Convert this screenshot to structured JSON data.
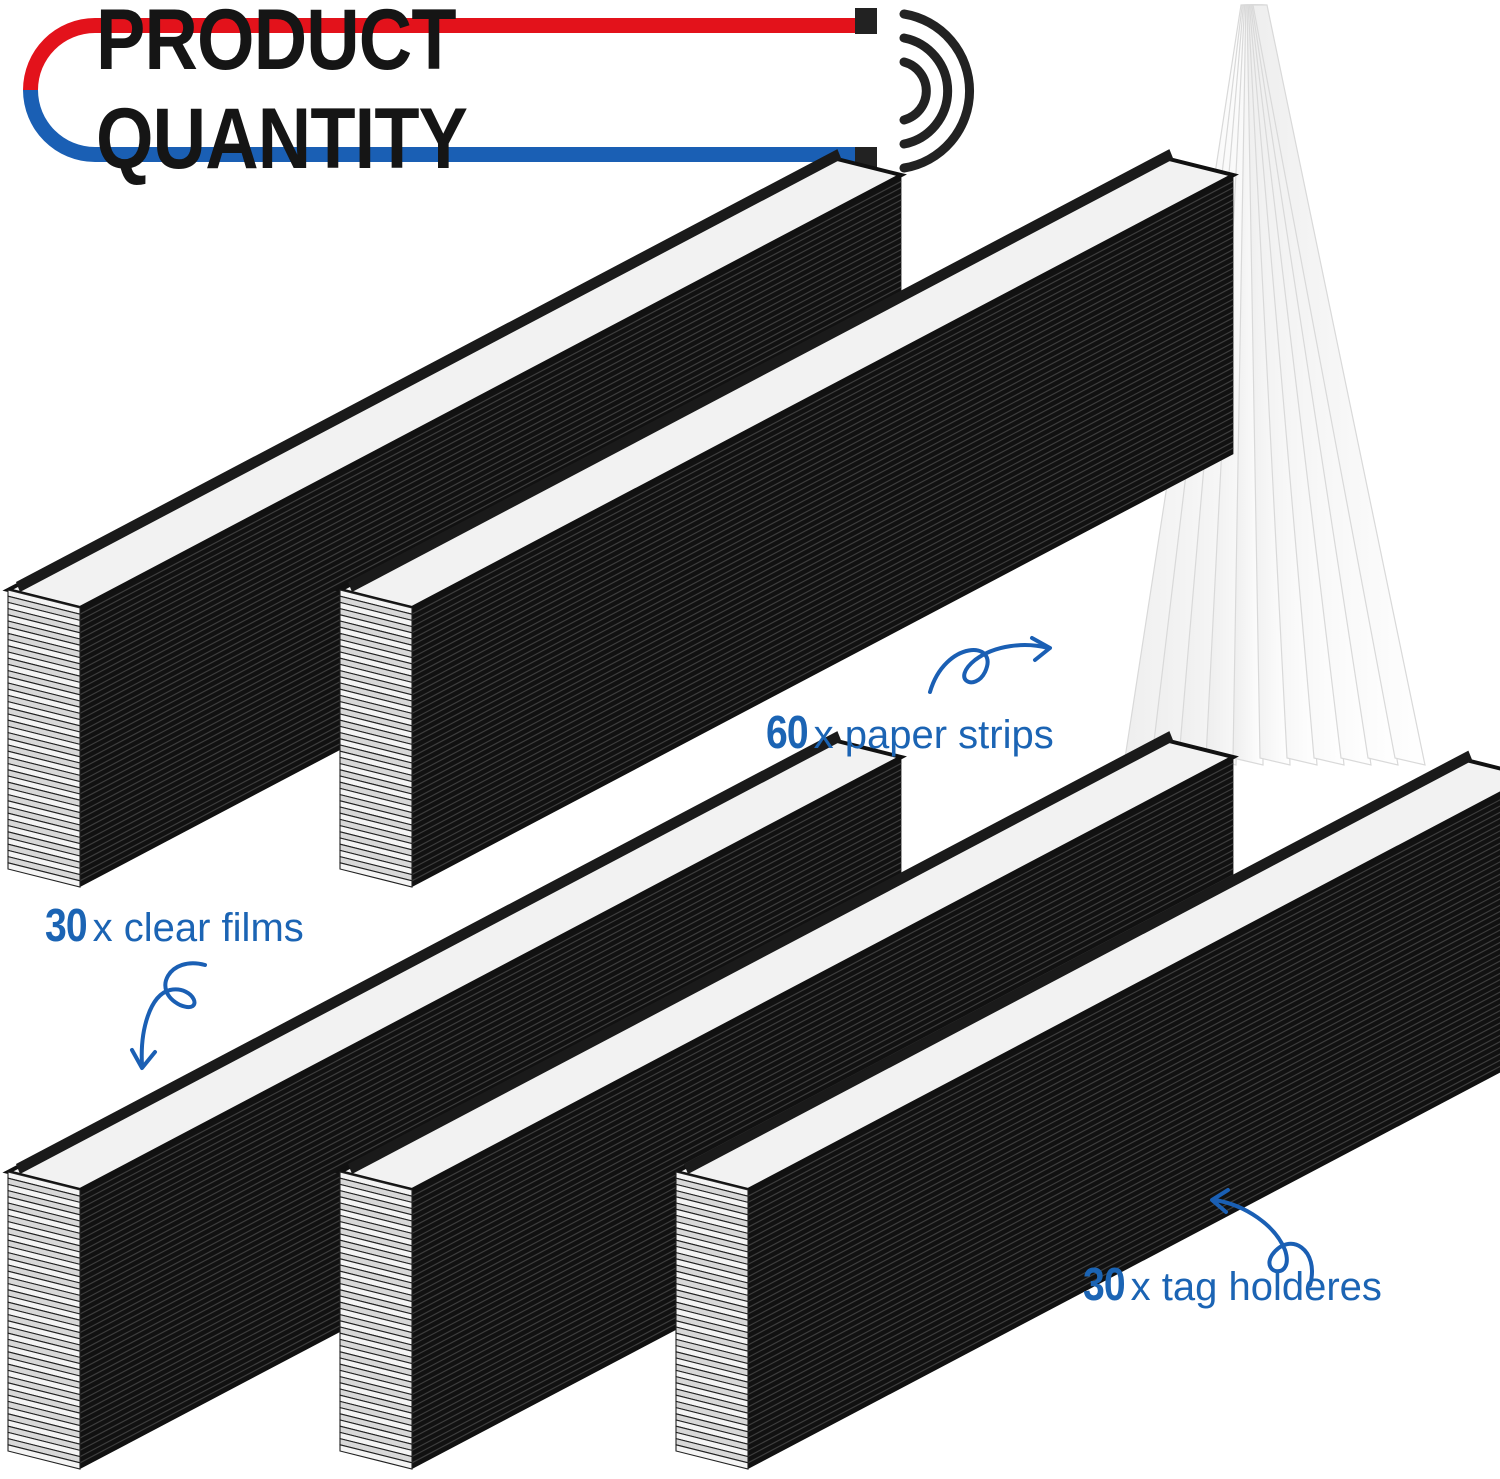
{
  "banner": {
    "title": "PRODUCT QUANTITY"
  },
  "labels": {
    "paper_strips": {
      "count": "60",
      "text": "x paper strips"
    },
    "clear_films": {
      "count": "30",
      "text": "x clear films"
    },
    "tag_holders": {
      "count": "30",
      "text": "x tag holderes"
    }
  },
  "colors": {
    "accent_red": "#e3121b",
    "accent_blue": "#1a5fb4",
    "label_blue": "#1b64b4",
    "holder_black": "#111111",
    "insert_white": "#f2f2f2"
  }
}
